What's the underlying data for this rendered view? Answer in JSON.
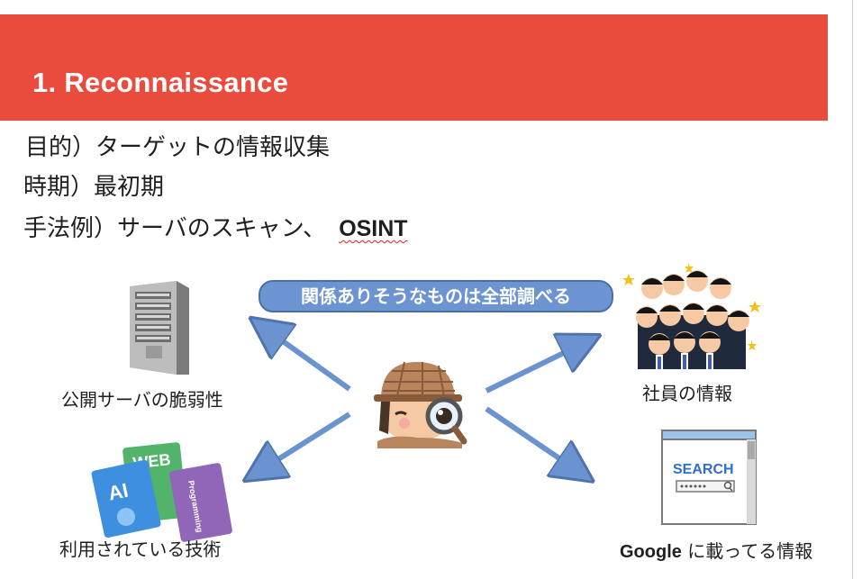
{
  "slide": {
    "title": "1. Reconnaissance",
    "lines": [
      {
        "label": "目的）ターゲットの情報収集"
      },
      {
        "label": "時期）最初期"
      },
      {
        "label": "手法例）サーバのスキャン、",
        "emphasis": "OSINT"
      }
    ],
    "callout": "関係ありそうなものは全部調べる",
    "captions": {
      "server": "公開サーバの脆弱性",
      "tech": "利用されている技術",
      "staff": "社員の情報",
      "google_word": "Google",
      "google_rest": " に載ってる情報"
    },
    "book_labels": {
      "web": "WEB",
      "ai": "AI",
      "programming": "Programming"
    },
    "search_label": "SEARCH"
  },
  "colors": {
    "banner": "#e94b3c",
    "pill": "#6c94d1",
    "arrow": "#6a93cf"
  }
}
